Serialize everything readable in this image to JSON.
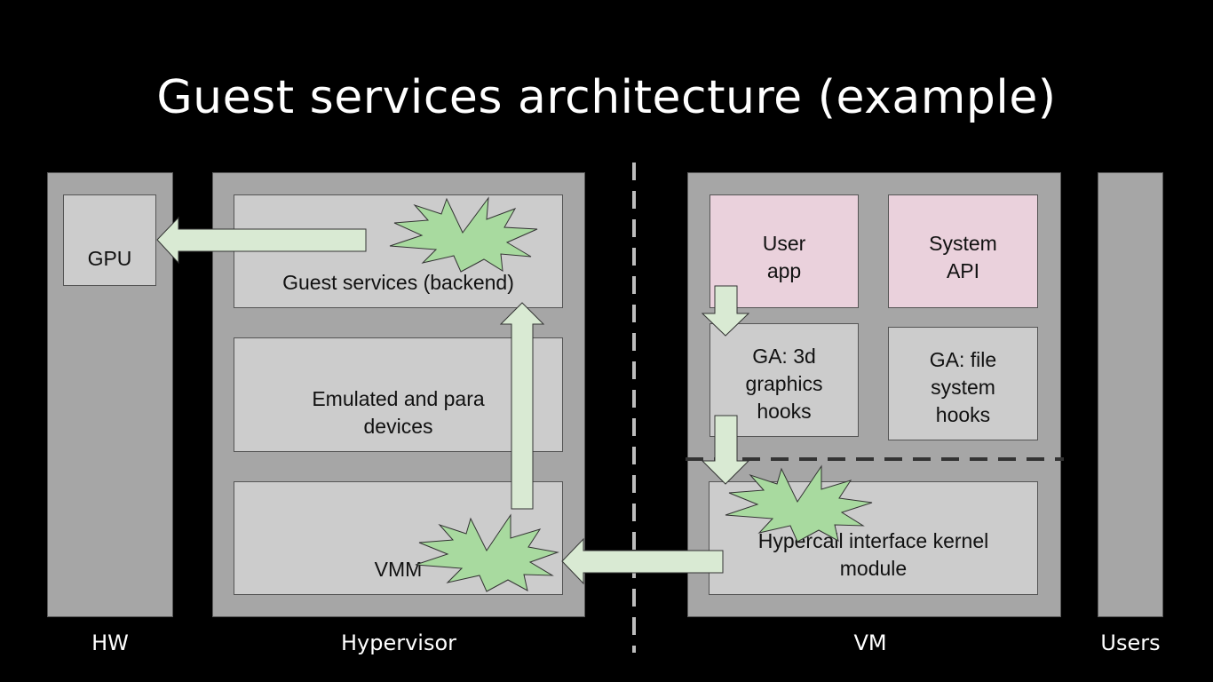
{
  "title": "Guest services architecture (example)",
  "columns": {
    "hw": "HW",
    "hypervisor": "Hypervisor",
    "vm": "VM",
    "users": "Users"
  },
  "boxes": {
    "gpu": "GPU",
    "guest_services": "Guest services (backend)",
    "emulated": "Emulated and para\ndevices",
    "vmm": "VMM",
    "user_app": "User\napp",
    "system_api": "System\nAPI",
    "ga_3d": "GA: 3d\ngraphics\nhooks",
    "ga_fs": "GA: file\nsystem\nhooks",
    "hypercall": "Hypercall interface kernel\nmodule"
  },
  "colors": {
    "background": "#000000",
    "column": "#a6a6a6",
    "box": "#cccccc",
    "user_box": "#ead1dc",
    "arrow": "#d9ead3",
    "burst": "#a8da9f"
  }
}
